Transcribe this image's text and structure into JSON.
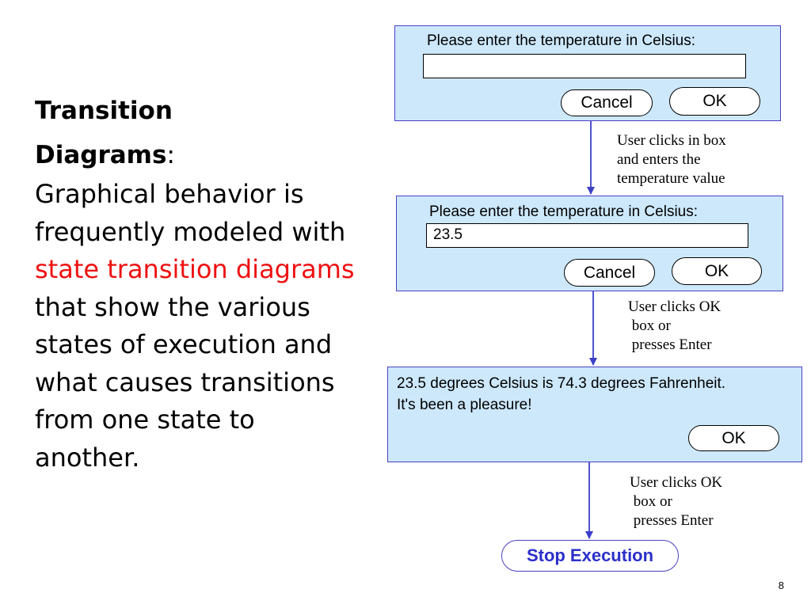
{
  "slide": {
    "heading_line1": "Transition",
    "heading_line2": "Diagrams",
    "heading_colon": ":",
    "body_part1": "Graphical behavior is frequently modeled with ",
    "body_highlight": "state transition diagrams",
    "body_part2": " that show the various states of execution and what causes transitions from one state to another.",
    "page_number": "8"
  },
  "states": [
    {
      "prompt": "Please enter the temperature in Celsius:",
      "input_value": "",
      "cancel_label": "Cancel",
      "ok_label": "OK"
    },
    {
      "prompt": "Please enter the temperature in Celsius:",
      "input_value": "23.5",
      "cancel_label": "Cancel",
      "ok_label": "OK"
    },
    {
      "message_line1": "23.5 degrees Celsius is 74.3 degrees Fahrenheit.",
      "message_line2": "It's been a pleasure!",
      "ok_label": "OK"
    }
  ],
  "transitions": [
    {
      "label": "User clicks in box\nand enters the\ntemperature value"
    },
    {
      "label": "User clicks OK\n box or\n presses Enter"
    },
    {
      "label": "User clicks OK\n box or\n presses Enter"
    }
  ],
  "final_state": {
    "label": "Stop Execution"
  },
  "colors": {
    "state_fill": "#cde8fb",
    "state_border": "#4a3fc4",
    "arrow": "#3b3fc8",
    "highlight_text": "#ee1111",
    "final_state_text": "#2b2fc9"
  }
}
